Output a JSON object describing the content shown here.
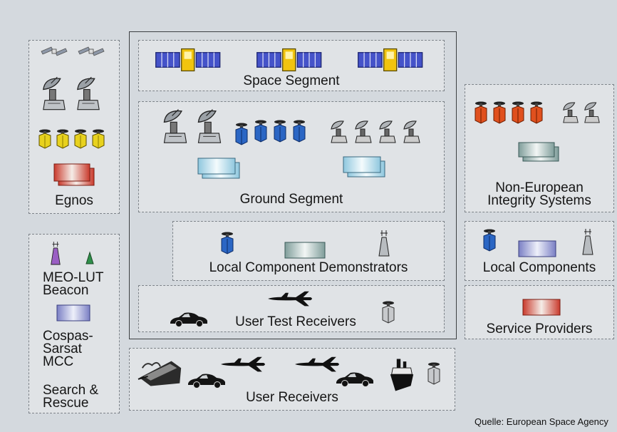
{
  "groups": {
    "egnos": {
      "label": "Egnos"
    },
    "space_segment": {
      "label": "Space Segment"
    },
    "ground_segment": {
      "label": "Ground Segment"
    },
    "local_component_demonstrators": {
      "label": "Local Component Demonstrators"
    },
    "user_test_receivers": {
      "label": "User Test Receivers"
    },
    "user_receivers": {
      "label": "User Receivers"
    },
    "non_european": {
      "label_line1": "Non-European",
      "label_line2": "Integrity Systems"
    },
    "local_components": {
      "label": "Local Components"
    },
    "service_providers": {
      "label": "Service Providers"
    },
    "search_rescue": {
      "meo_lut_line1": "MEO-LUT",
      "meo_lut_line2": "Beacon",
      "cospas_line1": "Cospas-",
      "cospas_line2": "Sarsat",
      "cospas_line3": "MCC",
      "sr_line1": "Search &",
      "sr_line2": "Rescue"
    }
  },
  "credit": "Quelle: European Space Agency",
  "colors": {
    "background": "#d4d9de",
    "box_fill": "#e0e3e6",
    "yellow_receiver": "#e8d21e",
    "blue_receiver": "#2b66c4",
    "orange_receiver": "#e0501e",
    "processing_red": "#c93a2c",
    "processing_cyan": "#8fc7de",
    "processing_blue": "#7a7fc4"
  }
}
